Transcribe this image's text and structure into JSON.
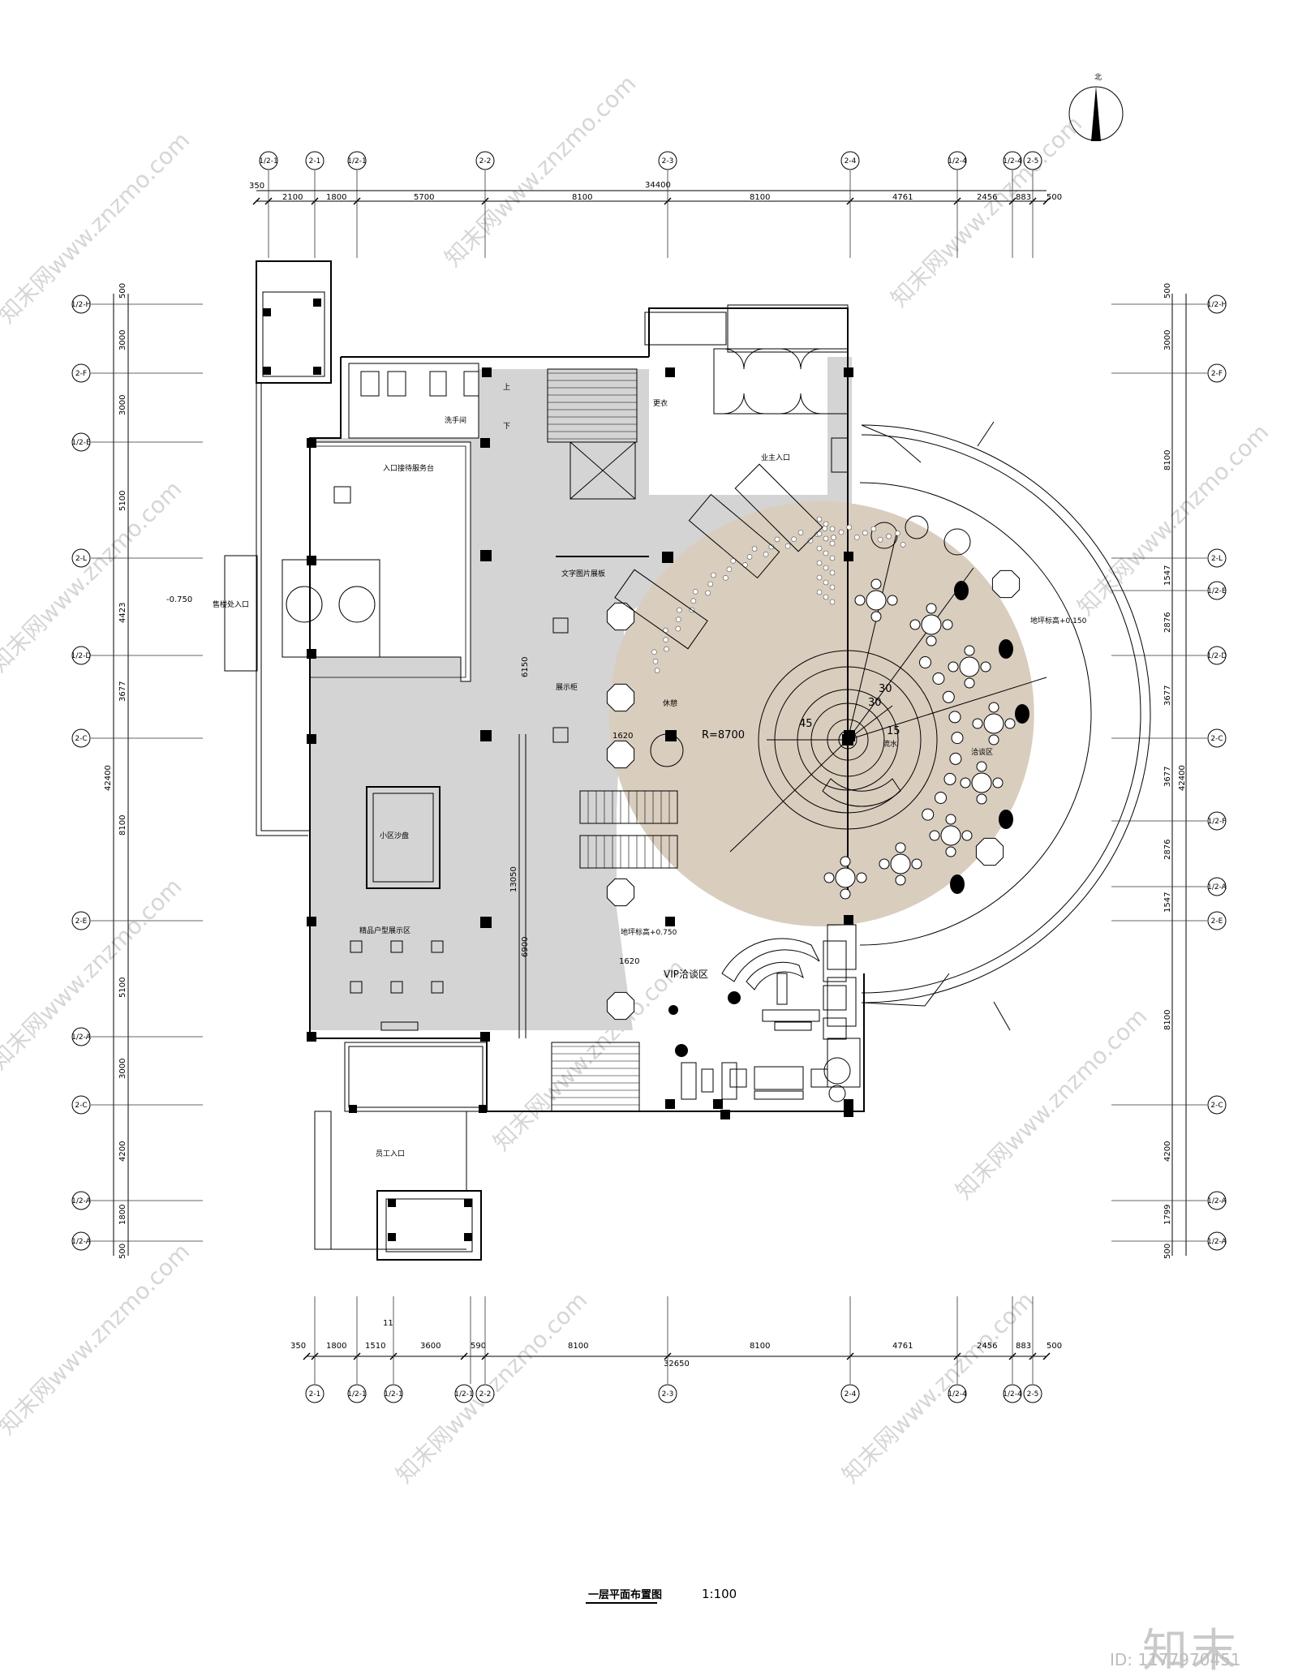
{
  "north": {
    "label": "北"
  },
  "grid": {
    "top_labels": [
      "1/2-1",
      "2-1",
      "1/2-1",
      "2-2",
      "2-3",
      "2-4",
      "1/2-4",
      "1/2-4",
      "2-5"
    ],
    "bottom_labels": [
      "2-1",
      "1/2-1",
      "1/2-1",
      "1/2-1",
      "2-2",
      "2-3",
      "2-4",
      "1/2-4",
      "1/2-4",
      "2-5"
    ],
    "left_labels": [
      "1/2-H",
      "2-F",
      "1/2-E",
      "2-L",
      "1/2-D",
      "2-C",
      "2-E",
      "1/2-A",
      "2-C",
      "1/2-A",
      "1/2-A"
    ],
    "right_labels": [
      "1/2-H",
      "2-F",
      "2-L",
      "1/2-E",
      "1/2-D",
      "2-C",
      "1/2-F",
      "1/2-A",
      "2-E",
      "2-C",
      "1/2-A",
      "1/2-A"
    ]
  },
  "dims": {
    "top_total": "34400",
    "top_segments": [
      "350",
      "2100",
      "1800",
      "5700",
      "8100",
      "8100",
      "4761",
      "2456",
      "883",
      "500"
    ],
    "bottom_total": "32650",
    "bottom_segments": [
      "350",
      "1800",
      "1510",
      "3600",
      "590",
      "8100",
      "8100",
      "4761",
      "2456",
      "883",
      "500"
    ],
    "bottom_extra": "11",
    "left_total": "42400",
    "left_segments": [
      "500",
      "3000",
      "3000",
      "5100",
      "4423",
      "3677",
      "8100",
      "5100",
      "3000",
      "4200",
      "1800",
      "500"
    ],
    "right_total": "42400",
    "right_segments": [
      "500",
      "3000",
      "8100",
      "1547",
      "2876",
      "3677",
      "3677",
      "2876",
      "1547",
      "8100",
      "4200",
      "1799",
      "500"
    ],
    "inner": [
      "6150",
      "6900",
      "13050",
      "1620",
      "1620"
    ]
  },
  "labels": {
    "entrance_guide": "入口接待服务台",
    "washroom": "洗手间",
    "stair_up": "上",
    "stair_down": "下",
    "changing": "更衣",
    "owner_entrance": "业主入口",
    "ticket_entrance": "售楼处入口",
    "level_left": "-0.750",
    "photo_wall": "文字图片展板",
    "display_cabinet": "展示柜",
    "leisure": "休憩",
    "radius": "R=8700",
    "angle_45": "45",
    "angle_30a": "30",
    "angle_30b": "30",
    "angle_15": "15",
    "water": "流水",
    "negotiation": "洽谈区",
    "level_right": "地坪标高+0.150",
    "level_mid": "地坪标高+0.750",
    "sand_table": "小区沙盘",
    "product_display": "精品户型展示区",
    "vip": "VIP洽谈区",
    "staff_entrance": "员工入口",
    "title": "一层平面布置图",
    "scale": "1:100"
  },
  "watermarks": [
    "知末网www.znzmo.com"
  ],
  "brand": {
    "logo": "知末",
    "id": "ID: 1177970451"
  },
  "colors": {
    "grey_floor": "#d4d4d4",
    "tan_floor": "#d9cdbe",
    "line": "#000000"
  }
}
